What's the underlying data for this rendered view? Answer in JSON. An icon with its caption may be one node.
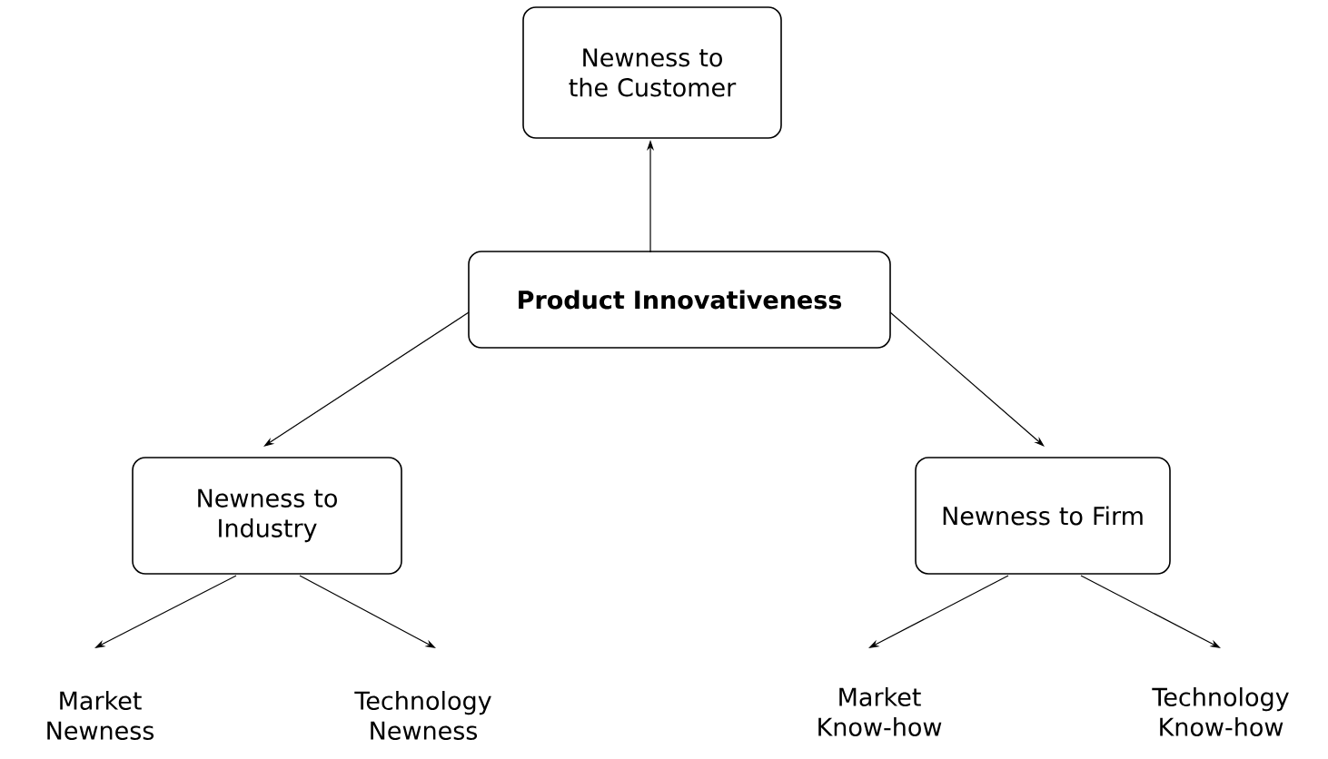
{
  "diagram": {
    "nodes": [
      {
        "text": [
          "Newness to the Customer"
        ]
      },
      {
        "text": [
          "Product Innovativeness"
        ]
      },
      {
        "text": [
          "Newness to Industry"
        ]
      },
      {
        "text": [
          "Newness to Firm"
        ]
      },
      {
        "text": [
          "Market Newness"
        ]
      },
      {
        "text": [
          "Technology Newness"
        ]
      },
      {
        "text": [
          "Market Know-how"
        ]
      },
      {
        "text": [
          "Technology Know-how"
        ]
      }
    ],
    "edges": [
      {
        "from": 1,
        "to": 0,
        "arrow": "to"
      },
      {
        "from": 1,
        "to": 2,
        "arrow": "to"
      },
      {
        "from": 1,
        "to": 3,
        "arrow": "to"
      },
      {
        "from": 2,
        "to": 4,
        "arrow": "to"
      },
      {
        "from": 2,
        "to": 5,
        "arrow": "to"
      },
      {
        "from": 3,
        "to": 6,
        "arrow": "to"
      },
      {
        "from": 3,
        "to": 7,
        "arrow": "to"
      }
    ]
  }
}
